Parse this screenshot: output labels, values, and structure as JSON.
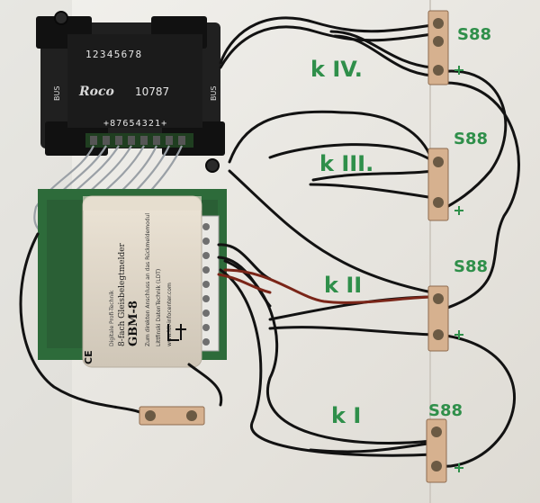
{
  "photo": {
    "board": {
      "bg_color": "#e8e6e1",
      "wire_color": "#151515",
      "wire_red_color": "#7a2518",
      "grey_ribbon_color": "#9aa0a6",
      "marker_green": "#2f8f4a"
    },
    "roco_module": {
      "brand": "Roco",
      "model": "10787",
      "bus_left": "BUS",
      "bus_right": "BUS",
      "digits_top": "12345678",
      "digits_bottom": "+87654321+"
    },
    "gbm_module": {
      "small_top": "Digitale Profi-Technik",
      "line1": "8-fach Gleisbelegtmelder",
      "model": "GBM-8",
      "ce": "CE",
      "misc1": "Zum direkten Anschluss an das Rückmeldemodul",
      "misc2": "Littfinski DatenTechnik (LDT)",
      "url": "www.ldt-infocenter.com"
    },
    "labels": [
      {
        "text": "S88"
      },
      {
        "text": "k IV."
      },
      {
        "text": "S88"
      },
      {
        "text": "k III."
      },
      {
        "text": "S88"
      },
      {
        "text": "k II"
      },
      {
        "text": "S88"
      },
      {
        "text": "k I"
      }
    ]
  }
}
